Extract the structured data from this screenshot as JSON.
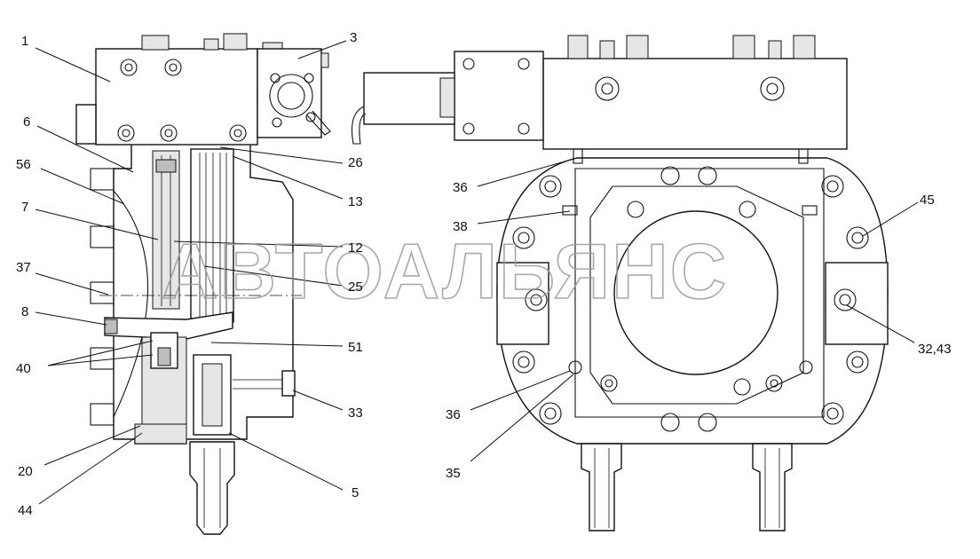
{
  "watermark": "АВТОАЛЬЯНС",
  "callouts": {
    "c1": "1",
    "c3": "3",
    "c6": "6",
    "c56": "56",
    "c7": "7",
    "c37": "37",
    "c8": "8",
    "c40": "40",
    "c20": "20",
    "c44": "44",
    "c26": "26",
    "c13": "13",
    "c12": "12",
    "c25": "25",
    "c51": "51",
    "c33": "33",
    "c5": "5",
    "c36a": "36",
    "c38": "38",
    "c36b": "36",
    "c35": "35",
    "c45": "45",
    "c3243": "32,43"
  }
}
